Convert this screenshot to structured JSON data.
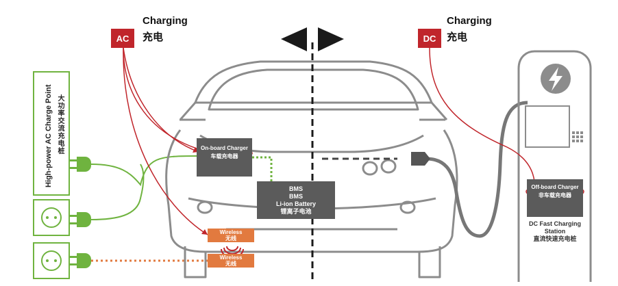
{
  "ac": {
    "badge": "AC",
    "title_en": "Charging",
    "title_cn": "充电"
  },
  "dc": {
    "badge": "DC",
    "title_en": "Charging",
    "title_cn": "充电"
  },
  "charge_point": {
    "label_en": "High-power AC Charge Point",
    "label_cn": "大功率交流充电桩"
  },
  "onboard_charger": {
    "en": "On-board Charger",
    "cn": "车载充电器"
  },
  "bms": {
    "line1": "BMS",
    "line2": "BMS",
    "line3": "Li-ion Battery",
    "line4": "锂离子电池"
  },
  "wireless_top": {
    "en": "Wireless",
    "cn": "无线"
  },
  "wireless_bottom": {
    "en": "Wireless",
    "cn": "无线"
  },
  "offboard_charger": {
    "en": "Off-board Charger",
    "cn": "非车载充电器"
  },
  "dc_station": {
    "line1": "DC Fast Charging",
    "line2": "Station",
    "line3": "直流快速充电桩"
  },
  "colors": {
    "accent_red": "#c0252b",
    "green": "#6fb33f",
    "orange": "#e27a3f",
    "dark_box": "#5b5b5b",
    "outline": "#8c8c8c"
  },
  "icons": [
    "lightning-icon",
    "plug-icon",
    "socket-icon",
    "wireless-signal-icon",
    "direction-arrow-icon"
  ]
}
